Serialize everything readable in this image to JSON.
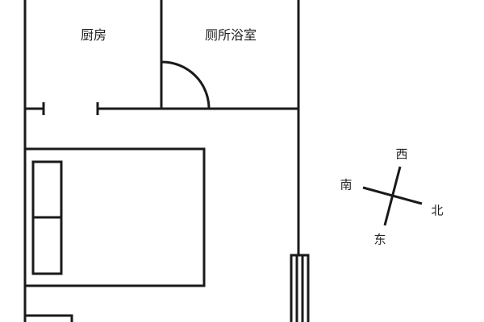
{
  "rooms": {
    "kitchen": "厨房",
    "bathroom": "厕所浴室"
  },
  "compass": {
    "north": "北",
    "south": "南",
    "east": "东",
    "west": "西"
  },
  "colors": {
    "line": "#1a1a1a",
    "background": "#ffffff"
  }
}
